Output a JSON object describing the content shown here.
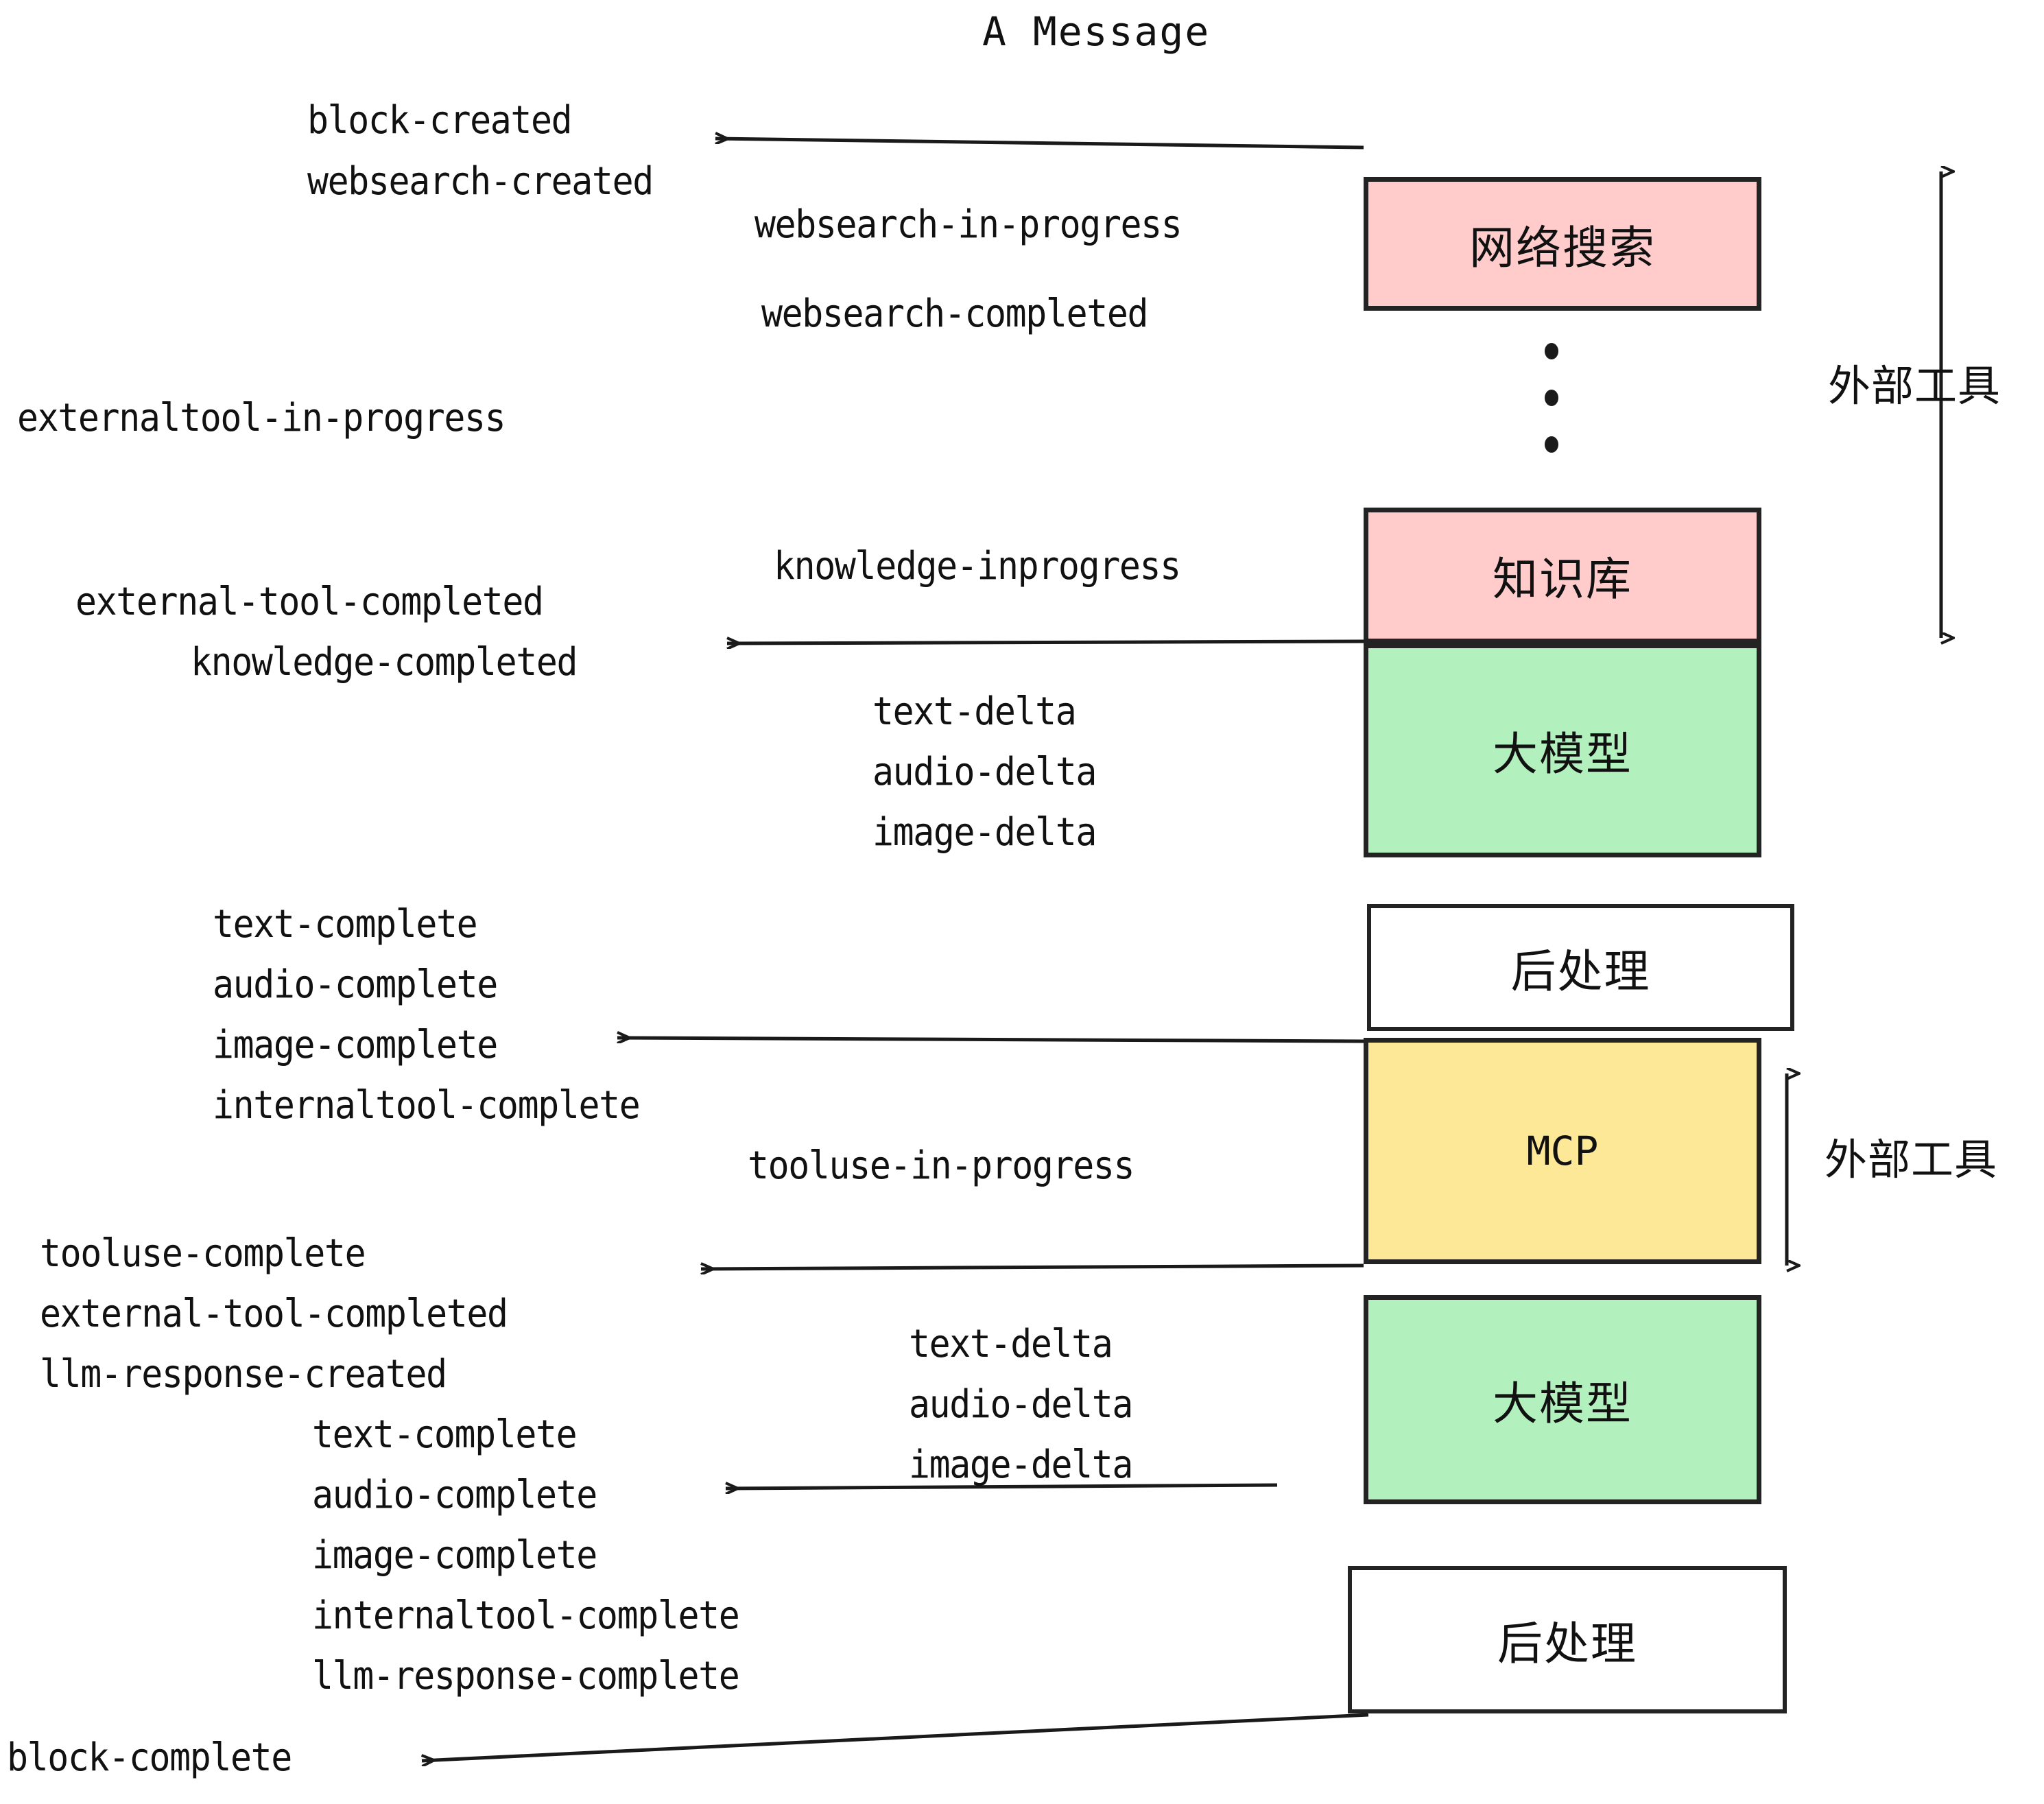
{
  "title": "A Message",
  "colors": {
    "pink": "#FFCCCB",
    "green": "#B2F0BD",
    "yellow": "#FCE897",
    "white": "#FFFFFF",
    "stroke": "#232323",
    "text": "#111111",
    "background": "#FFFFFF"
  },
  "boxes": {
    "websearch": "网络搜索",
    "knowledge": "知识库",
    "llm_upper": "大模型",
    "postprocess_upper": "后处理",
    "mcp": "MCP",
    "llm_lower": "大模型",
    "postprocess_lower": "后处理"
  },
  "side_labels": {
    "external_tool_upper": "外部工具",
    "external_tool_lower": "外部工具"
  },
  "events": {
    "block_created": "block-created",
    "websearch_created": "websearch-created",
    "websearch_in_progress": "websearch-in-progress",
    "websearch_completed": "websearch-completed",
    "externaltool_in_progress": "externaltool-in-progress",
    "knowledge_inprogress": "knowledge-inprogress",
    "external_tool_completed_1": "external-tool-completed",
    "knowledge_completed": "knowledge-completed",
    "text_delta_1": "text-delta",
    "audio_delta_1": "audio-delta",
    "image_delta_1": "image-delta",
    "text_complete_1": "text-complete",
    "audio_complete_1": "audio-complete",
    "image_complete_1": "image-complete",
    "internaltool_complete_1": "internaltool-complete",
    "tooluse_in_progress": "tooluse-in-progress",
    "tooluse_complete": "tooluse-complete",
    "external_tool_completed_2": "external-tool-completed",
    "llm_response_created": "llm-response-created",
    "text_delta_2": "text-delta",
    "audio_delta_2": "audio-delta",
    "image_delta_2": "image-delta",
    "text_complete_2": "text-complete",
    "audio_complete_2": "audio-complete",
    "image_complete_2": "image-complete",
    "internaltool_complete_2": "internaltool-complete",
    "llm_response_complete": "llm-response-complete",
    "block_complete": "block-complete"
  }
}
